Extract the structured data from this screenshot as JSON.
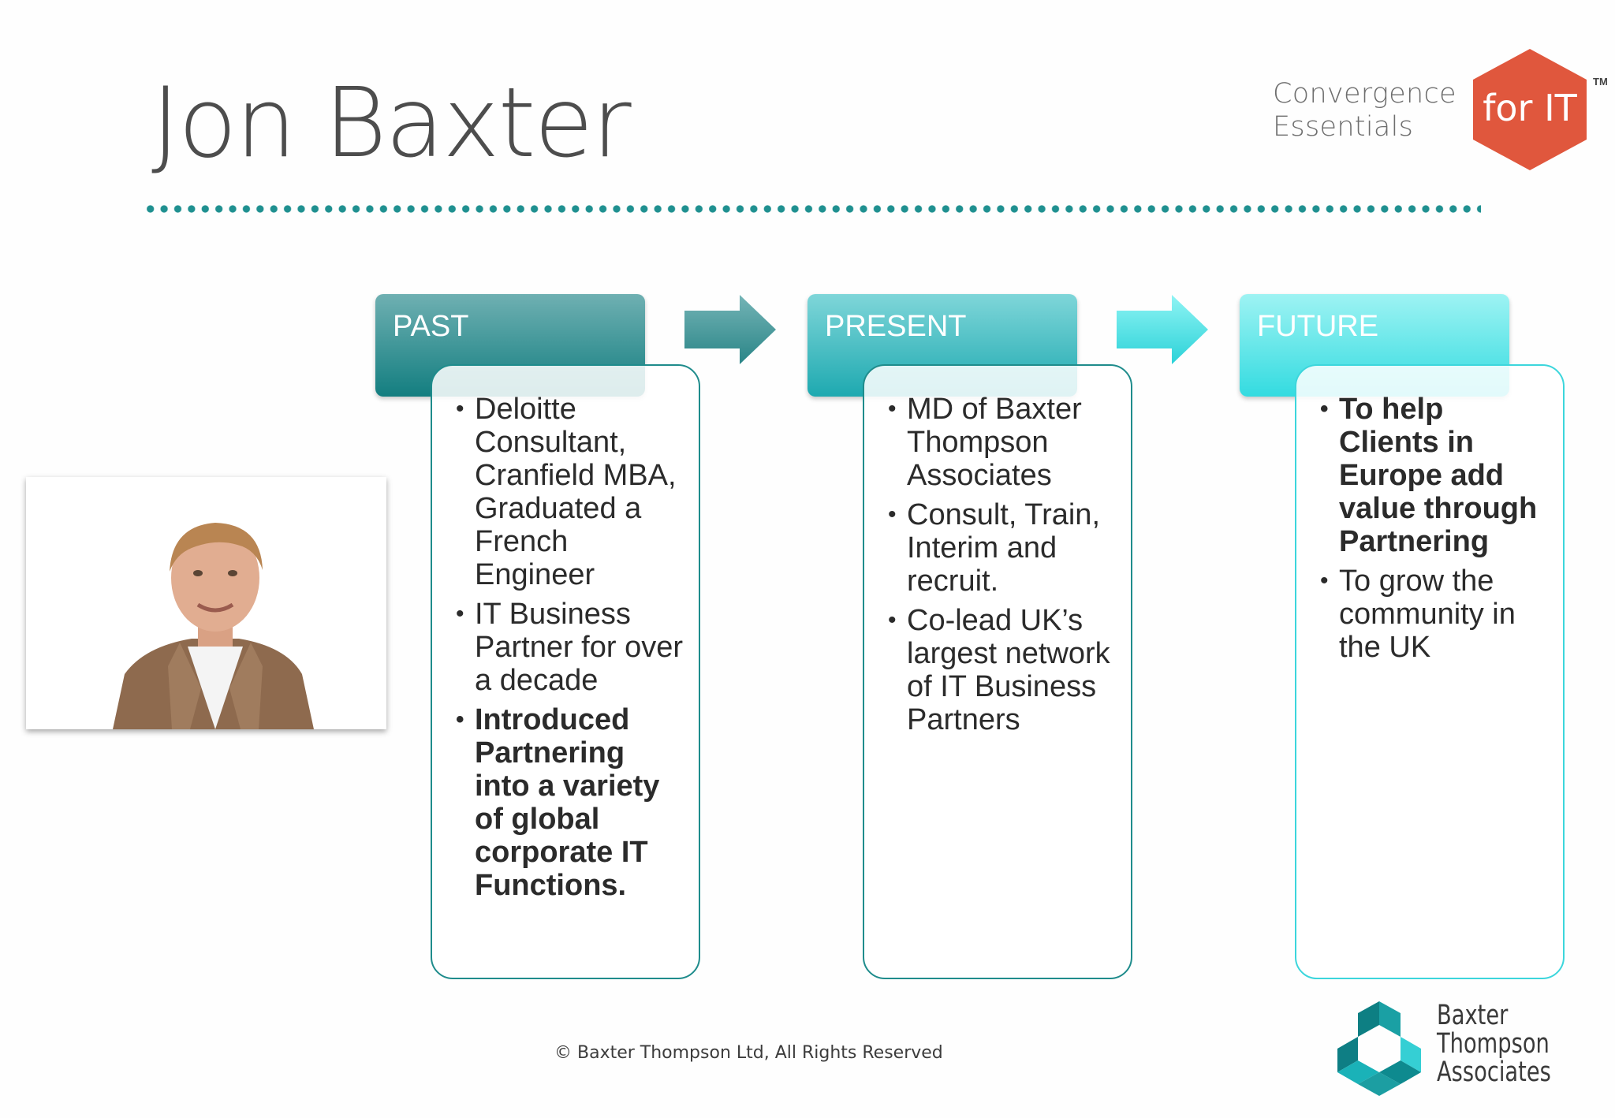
{
  "title": "Jon Baxter",
  "brand": {
    "line1": "Convergence",
    "line2": "Essentials",
    "badge": "for IT",
    "trademark": "TM",
    "badge_color": "#e0573d"
  },
  "columns": [
    {
      "label": "PAST",
      "bullets": [
        {
          "text": "Deloitte Consultant, Cranfield MBA, Graduated a French Engineer",
          "bold": false
        },
        {
          "text": "IT Business Partner for over a decade",
          "bold": false
        },
        {
          "text": "Introduced Partnering into a variety of global corporate IT Functions.",
          "bold": true
        }
      ]
    },
    {
      "label": "PRESENT",
      "bullets": [
        {
          "text": "MD of Baxter Thompson Associates",
          "bold": false
        },
        {
          "text": "Consult, Train, Interim  and recruit.",
          "bold": false
        },
        {
          "text": "Co-lead UK’s largest network of IT Business Partners",
          "bold": false
        }
      ]
    },
    {
      "label": "FUTURE",
      "bullets": [
        {
          "text": "To help Clients in Europe add value through Partnering",
          "bold": true
        },
        {
          "text": "To grow the community in the UK",
          "bold": false
        }
      ]
    }
  ],
  "colors": {
    "accent_teal": "#1f9090",
    "past_head": "#178384",
    "present_head": "#22aab2",
    "future_head": "#3fe0e4"
  },
  "footer": "© Baxter Thompson Ltd,  All Rights Reserved",
  "company_logo": {
    "line1": "Baxter",
    "line2": "Thompson",
    "line3": "Associates"
  }
}
